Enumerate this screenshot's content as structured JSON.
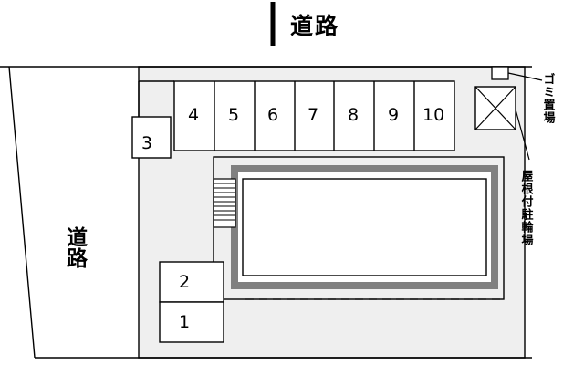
{
  "diagram": {
    "title_top": "道路",
    "road_left": "道路",
    "labels": {
      "trash": "ゴミ置場",
      "bike_parking": "屋根付駐輪場"
    },
    "parking_stalls_top": [
      "4",
      "5",
      "6",
      "7",
      "8",
      "9",
      "10"
    ],
    "parking_stall_left": "3",
    "parking_stalls_bottom": [
      "2",
      "1"
    ]
  },
  "colors": {
    "site_fill": "#efefef",
    "outline": "#000000",
    "building_fill": "#ffffff",
    "building_border": "#808080",
    "trash_box_fill": "#ffffff",
    "canopy_fill": "#ffffff"
  }
}
